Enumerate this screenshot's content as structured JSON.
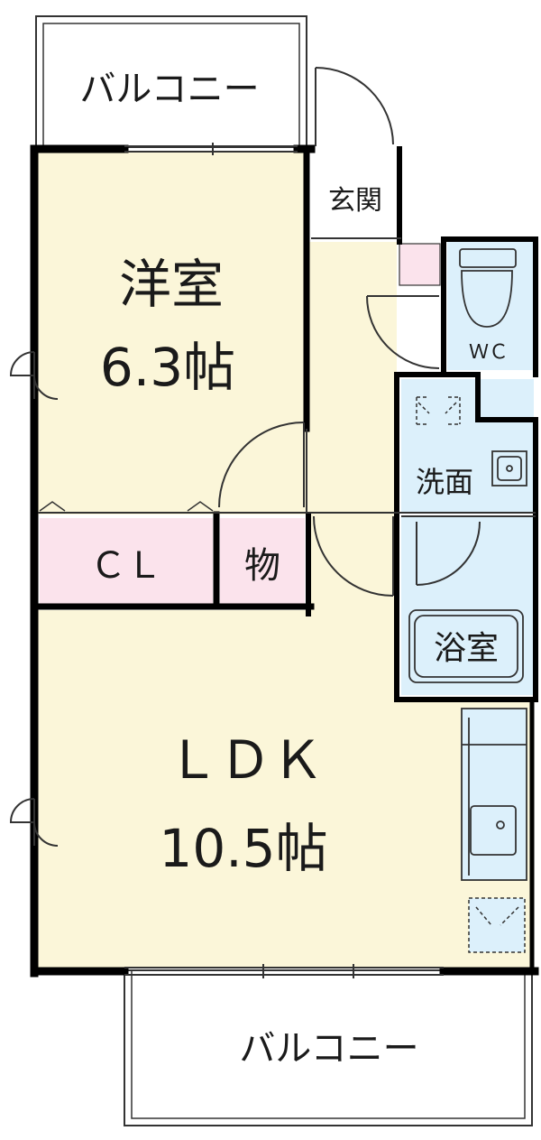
{
  "floorplan": {
    "rooms": {
      "balcony_top": "バルコニー",
      "entrance": "玄関",
      "western_room_name": "洋室",
      "western_room_size": "6.3帖",
      "wc": "ＷＣ",
      "washroom": "洗面",
      "closet": "ＣＬ",
      "storage": "物",
      "bath": "浴室",
      "ldk_name": "ＬＤＫ",
      "ldk_size": "10.5帖",
      "balcony_bottom": "バルコニー"
    },
    "colors": {
      "room_fill": "#fbf6d9",
      "wet_area_fill": "#dcf0fb",
      "storage_fill": "#fbe3ec",
      "wall": "#000000",
      "thin_line": "#333333",
      "background": "#ffffff"
    }
  }
}
